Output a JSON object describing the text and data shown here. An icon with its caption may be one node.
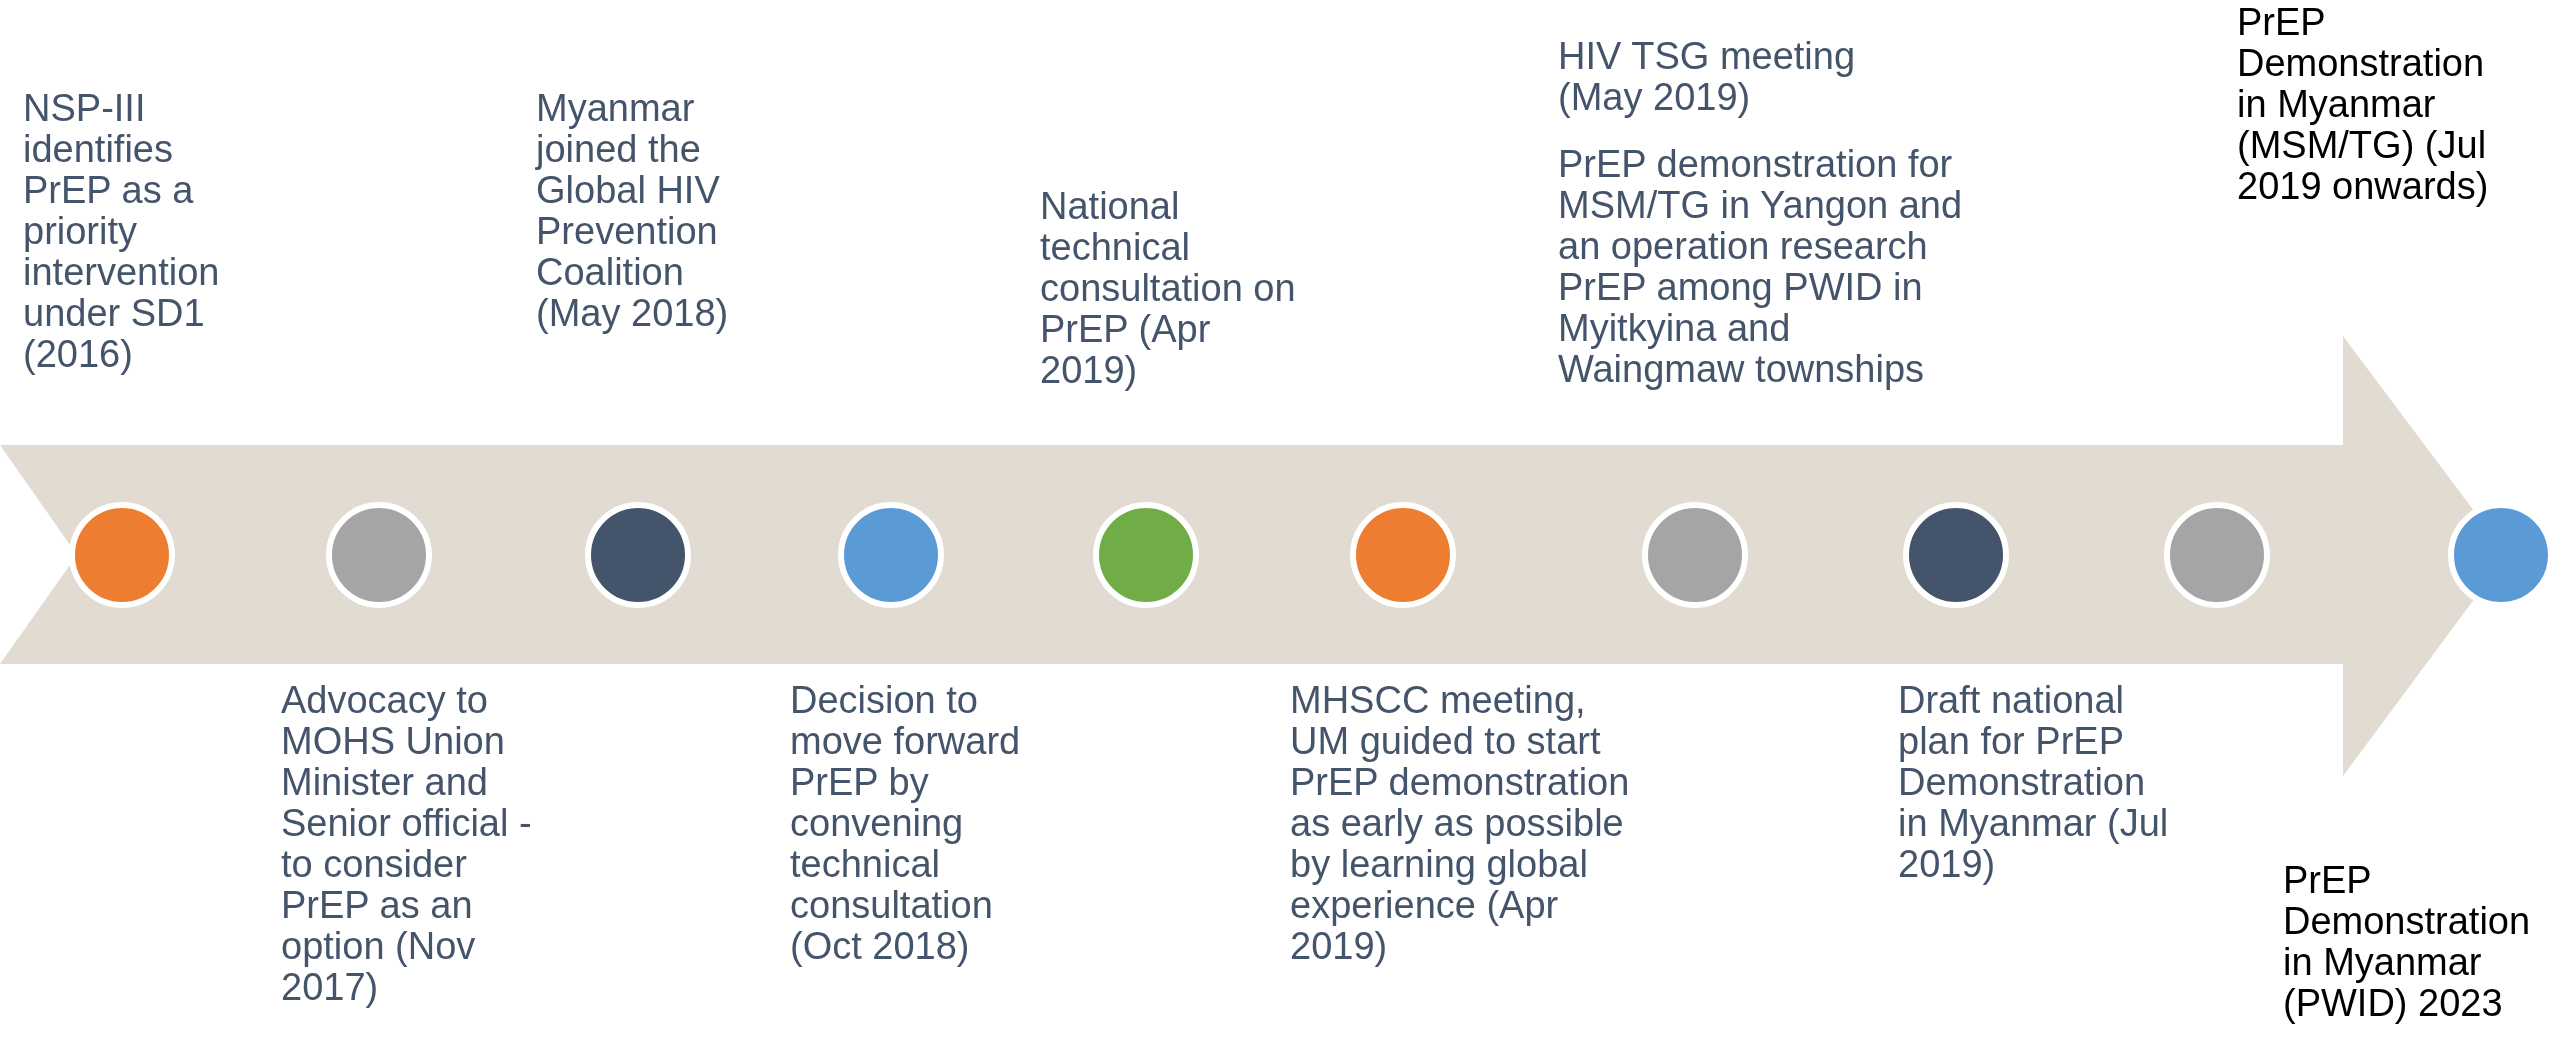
{
  "diagram": {
    "nodes": [
      {
        "text": [],
        "shape": "circle"
      },
      {
        "text": [],
        "shape": "circle"
      },
      {
        "text": [],
        "shape": "circle"
      },
      {
        "text": [],
        "shape": "circle"
      },
      {
        "text": [],
        "shape": "circle"
      },
      {
        "text": [],
        "shape": "circle"
      },
      {
        "text": [],
        "shape": "circle"
      },
      {
        "text": [],
        "shape": "circle"
      },
      {
        "text": [],
        "shape": "circle"
      },
      {
        "text": [],
        "shape": "circle"
      }
    ],
    "edges": [],
    "labels": [
      "NSP-III identifies PrEP as a priority intervention under SD1 (2016)",
      "Advocacy to MOHS Union Minister and Senior official - to consider PrEP as an option (Nov 2017)",
      "Myanmar joined the Global HIV Prevention Coalition (May 2018)",
      "Decision to move forward PrEP by convening technical consultation (Oct 2018)",
      "National technical consultation on PrEP (Apr 2019)",
      "MHSCC meeting, UM guided to start PrEP demonstration as early as possible by learning global experience (Apr 2019)",
      "HIV TSG meeting (May 2019)",
      "PrEP demonstration for MSM/TG in Yangon and an operation research PrEP among PWID in Myitkyina and Waingmaw townships",
      "Draft national plan for PrEP Demonstration in Myanmar (Jul 2019)",
      "PrEP Demonstration in Myanmar (MSM/TG) (Jul 2019 onwards)",
      "PrEP Demonstration in Myanmar (PWID) 2023"
    ]
  }
}
